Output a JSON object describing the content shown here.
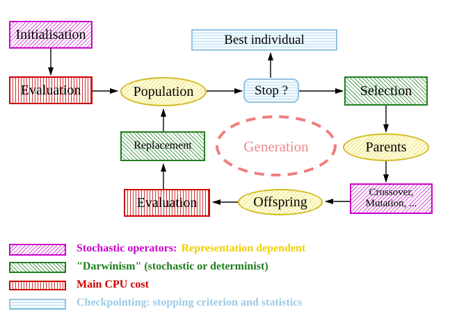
{
  "diagram": {
    "nodes": {
      "initialisation": {
        "label": "Initialisation"
      },
      "evaluation_top": {
        "label": "Evaluation"
      },
      "population": {
        "label": "Population"
      },
      "best_individual": {
        "label": "Best individual"
      },
      "stop": {
        "label": "Stop ?"
      },
      "selection": {
        "label": "Selection"
      },
      "replacement": {
        "label": "Replacement"
      },
      "generation": {
        "label": "Generation"
      },
      "parents": {
        "label": "Parents"
      },
      "evaluation_bottom": {
        "label": "Evaluation"
      },
      "offspring": {
        "label": "Offspring"
      },
      "crossover": {
        "line1": "Crossover,",
        "line2": "Mutation, ..."
      }
    },
    "edges": [
      "initialisation-to-evaluation",
      "evaluation-to-population",
      "population-to-stop",
      "stop-to-best-individual",
      "stop-to-selection",
      "selection-to-parents",
      "parents-to-crossover",
      "crossover-to-offspring",
      "offspring-to-evaluation",
      "evaluation-to-replacement",
      "replacement-to-population"
    ]
  },
  "legend": {
    "items": [
      {
        "swatch": "magenta-diagonal-hatch",
        "text": "Stochastic operators:",
        "text2": "Representation dependent"
      },
      {
        "swatch": "green-diagonal-hatch",
        "text": "\"Darwinism\" (stochastic or determinist)"
      },
      {
        "swatch": "red-vertical-lines",
        "text": "Main CPU cost"
      },
      {
        "swatch": "cyan-horizontal-lines",
        "text": "Checkpointing: stopping criterion and statistics"
      }
    ]
  },
  "colors": {
    "magenta": "#cc00cc",
    "green": "#1e7e1e",
    "red": "#cc0000",
    "cyan_border": "#93c3e0",
    "cyan_text": "#9ccbe8",
    "gold_text": "#f0d000",
    "yellow_node_border": "#d2ba20",
    "salmon": "#ee8a8a",
    "arrow": "#000000",
    "background": "#ffffff"
  }
}
